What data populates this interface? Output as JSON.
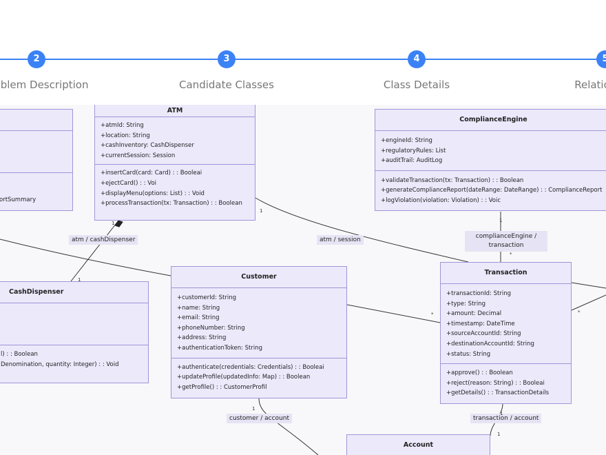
{
  "steps": [
    {
      "number": "2",
      "label": "oblem Description"
    },
    {
      "number": "3",
      "label": "Candidate Classes"
    },
    {
      "number": "4",
      "label": "Class Details"
    },
    {
      "number": "5",
      "label": "Relatio"
    }
  ],
  "classes": {
    "atm": {
      "name": "ATM",
      "attributes": [
        "+atmId: String",
        "+location: String",
        "+cashInventory: CashDispenser",
        "+currentSession: Session"
      ],
      "methods": [
        "+insertCard(card: Card) : : Booleai",
        "+ejectCard() : : Voi",
        "+displayMenu(options: List) : : Void",
        "+processTransaction(tx: Transaction) : : Boolean"
      ]
    },
    "compliance": {
      "name": "ComplianceEngine",
      "attributes": [
        "+engineId: String",
        "+regulatoryRules: List",
        "+auditTrail: AuditLog"
      ],
      "methods": [
        "+validateTransaction(tx: Transaction) : : Boolean",
        "+generateComplianceReport(dateRange: DateRange) : : ComplianceReport",
        "+logViolation(violation: Violation) : : Voic"
      ]
    },
    "left_partial": {
      "methods": [
        "ortSummary"
      ]
    },
    "cash": {
      "name": "CashDispenser",
      "methods": [
        "l) : : Boolean",
        "Denomination, quantity: Integer) : : Void"
      ]
    },
    "customer": {
      "name": "Customer",
      "attributes": [
        "+customerId: String",
        "+name: String",
        "+email: String",
        "+phoneNumber: String",
        "+address: String",
        "+authenticationToken: String"
      ],
      "methods": [
        "+authenticate(credentials: Credentials) : : Booleai",
        "+updateProfile(updatedInfo: Map) : : Boolean",
        "+getProfile() : : CustomerProfil"
      ]
    },
    "transaction": {
      "name": "Transaction",
      "attributes": [
        "+transactionId: String",
        "+type: String",
        "+amount: Decimal",
        "+timestamp: DateTime",
        "+sourceAccountId: String",
        "+destinationAccountId: String",
        "+status: String"
      ],
      "methods": [
        "+approve() : : Boolean",
        "+reject(reason: String) : : Booleai",
        "+getDetails() : : TransactionDetails"
      ]
    },
    "account": {
      "name": "Account"
    }
  },
  "relations": {
    "atm_cash": "atm / cashDispenser",
    "atm_session": "atm / session",
    "compliance_tx_line1": "complianceEngine /",
    "compliance_tx_line2": "transaction",
    "customer_account": "customer / account",
    "transaction_account": "transaction / account"
  },
  "multiplicities": {
    "one": "1",
    "many": "*"
  },
  "colors": {
    "accent": "#3b82f6",
    "class_fill": "#ece9fb",
    "class_border": "#9f95d6"
  }
}
